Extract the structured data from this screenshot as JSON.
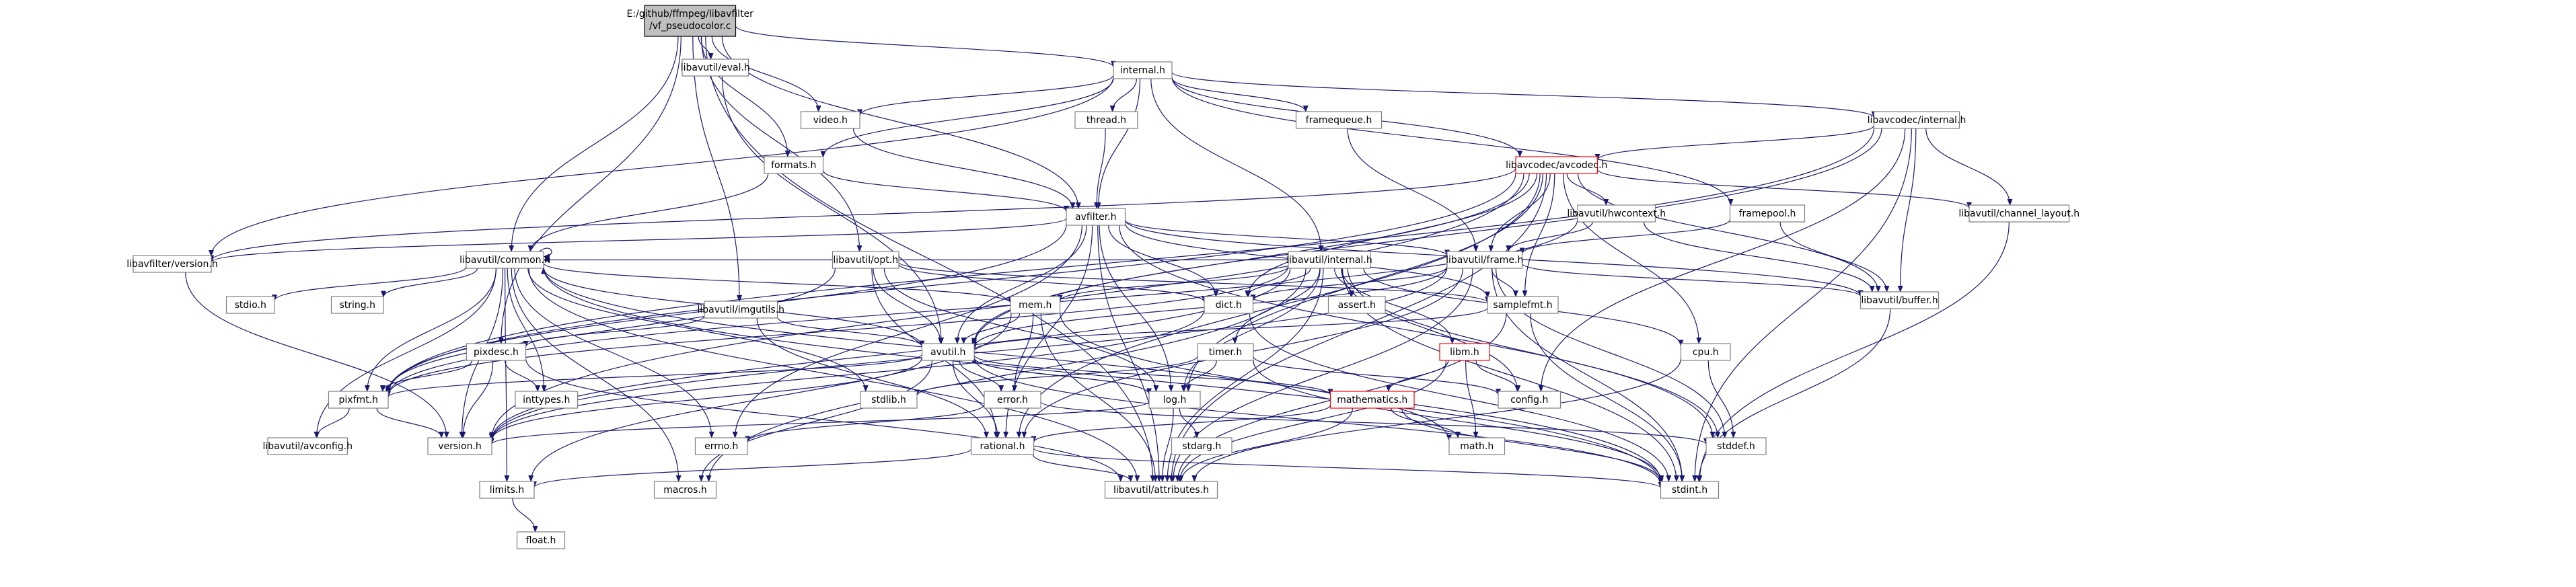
{
  "nodes": [
    {
      "id": "root",
      "lines": [
        "E:/github/ffmpeg/libavfilter",
        "/vf_pseudocolor.c"
      ],
      "style": "root"
    },
    {
      "id": "eval",
      "lines": [
        "libavutil/eval.h"
      ]
    },
    {
      "id": "internal",
      "lines": [
        "internal.h"
      ]
    },
    {
      "id": "video",
      "lines": [
        "video.h"
      ]
    },
    {
      "id": "thread",
      "lines": [
        "thread.h"
      ]
    },
    {
      "id": "framequeue",
      "lines": [
        "framequeue.h"
      ]
    },
    {
      "id": "lavc_internal",
      "lines": [
        "libavcodec/internal.h"
      ]
    },
    {
      "id": "formats",
      "lines": [
        "formats.h"
      ]
    },
    {
      "id": "avcodec",
      "lines": [
        "libavcodec/avcodec.h"
      ],
      "style": "red"
    },
    {
      "id": "avfilter",
      "lines": [
        "avfilter.h"
      ]
    },
    {
      "id": "hwcontext",
      "lines": [
        "libavutil/hwcontext.h"
      ]
    },
    {
      "id": "framepool",
      "lines": [
        "framepool.h"
      ]
    },
    {
      "id": "channel_layout",
      "lines": [
        "libavutil/channel_layout.h"
      ]
    },
    {
      "id": "lavfi_version",
      "lines": [
        "libavfilter/version.h"
      ]
    },
    {
      "id": "common",
      "lines": [
        "libavutil/common.h"
      ]
    },
    {
      "id": "opt",
      "lines": [
        "libavutil/opt.h"
      ]
    },
    {
      "id": "lavu_internal",
      "lines": [
        "libavutil/internal.h"
      ]
    },
    {
      "id": "frame",
      "lines": [
        "libavutil/frame.h"
      ]
    },
    {
      "id": "buffer",
      "lines": [
        "libavutil/buffer.h"
      ]
    },
    {
      "id": "stdio",
      "lines": [
        "stdio.h"
      ]
    },
    {
      "id": "string",
      "lines": [
        "string.h"
      ]
    },
    {
      "id": "imgutils",
      "lines": [
        "libavutil/imgutils.h"
      ]
    },
    {
      "id": "mem",
      "lines": [
        "mem.h"
      ]
    },
    {
      "id": "dict",
      "lines": [
        "dict.h"
      ]
    },
    {
      "id": "assert",
      "lines": [
        "assert.h"
      ]
    },
    {
      "id": "samplefmt",
      "lines": [
        "samplefmt.h"
      ]
    },
    {
      "id": "pixdesc",
      "lines": [
        "pixdesc.h"
      ]
    },
    {
      "id": "avutil",
      "lines": [
        "avutil.h"
      ]
    },
    {
      "id": "timer",
      "lines": [
        "timer.h"
      ]
    },
    {
      "id": "libm",
      "lines": [
        "libm.h"
      ],
      "style": "red"
    },
    {
      "id": "cpu",
      "lines": [
        "cpu.h"
      ]
    },
    {
      "id": "pixfmt",
      "lines": [
        "pixfmt.h"
      ]
    },
    {
      "id": "inttypes",
      "lines": [
        "inttypes.h"
      ]
    },
    {
      "id": "stdlib",
      "lines": [
        "stdlib.h"
      ]
    },
    {
      "id": "error",
      "lines": [
        "error.h"
      ]
    },
    {
      "id": "log",
      "lines": [
        "log.h"
      ]
    },
    {
      "id": "mathematics",
      "lines": [
        "mathematics.h"
      ],
      "style": "red"
    },
    {
      "id": "config",
      "lines": [
        "config.h"
      ]
    },
    {
      "id": "avconfig",
      "lines": [
        "libavutil/avconfig.h"
      ]
    },
    {
      "id": "version",
      "lines": [
        "version.h"
      ]
    },
    {
      "id": "errno",
      "lines": [
        "errno.h"
      ]
    },
    {
      "id": "rational",
      "lines": [
        "rational.h"
      ]
    },
    {
      "id": "stdarg",
      "lines": [
        "stdarg.h"
      ]
    },
    {
      "id": "math",
      "lines": [
        "math.h"
      ]
    },
    {
      "id": "stddef",
      "lines": [
        "stddef.h"
      ]
    },
    {
      "id": "limits",
      "lines": [
        "limits.h"
      ]
    },
    {
      "id": "macros",
      "lines": [
        "macros.h"
      ]
    },
    {
      "id": "attributes",
      "lines": [
        "libavutil/attributes.h"
      ]
    },
    {
      "id": "stdint",
      "lines": [
        "stdint.h"
      ]
    },
    {
      "id": "float",
      "lines": [
        "float.h"
      ]
    }
  ],
  "edges": [
    [
      "root",
      "eval"
    ],
    [
      "root",
      "internal"
    ],
    [
      "root",
      "video"
    ],
    [
      "root",
      "formats"
    ],
    [
      "root",
      "avfilter"
    ],
    [
      "root",
      "common"
    ],
    [
      "root",
      "opt"
    ],
    [
      "root",
      "imgutils"
    ],
    [
      "root",
      "pixdesc"
    ],
    [
      "root",
      "attributes"
    ],
    [
      "eval",
      "avutil"
    ],
    [
      "internal",
      "video"
    ],
    [
      "internal",
      "thread"
    ],
    [
      "internal",
      "framequeue"
    ],
    [
      "internal",
      "lavc_internal"
    ],
    [
      "internal",
      "formats"
    ],
    [
      "internal",
      "avcodec"
    ],
    [
      "internal",
      "avfilter"
    ],
    [
      "internal",
      "lavu_internal"
    ],
    [
      "internal",
      "lavfi_version"
    ],
    [
      "internal",
      "framepool"
    ],
    [
      "video",
      "avfilter"
    ],
    [
      "thread",
      "avfilter"
    ],
    [
      "framequeue",
      "frame"
    ],
    [
      "lavc_internal",
      "avcodec"
    ],
    [
      "lavc_internal",
      "buffer"
    ],
    [
      "lavc_internal",
      "channel_layout"
    ],
    [
      "lavc_internal",
      "avutil"
    ],
    [
      "lavc_internal",
      "config"
    ],
    [
      "lavc_internal",
      "stdint"
    ],
    [
      "lavc_internal",
      "pixfmt"
    ],
    [
      "formats",
      "avfilter"
    ],
    [
      "formats",
      "common"
    ],
    [
      "avcodec",
      "hwcontext"
    ],
    [
      "avcodec",
      "channel_layout"
    ],
    [
      "avcodec",
      "buffer"
    ],
    [
      "avcodec",
      "frame"
    ],
    [
      "avcodec",
      "dict"
    ],
    [
      "avcodec",
      "samplefmt"
    ],
    [
      "avcodec",
      "cpu"
    ],
    [
      "avcodec",
      "avutil"
    ],
    [
      "avcodec",
      "pixfmt"
    ],
    [
      "avcodec",
      "rational"
    ],
    [
      "avcodec",
      "log"
    ],
    [
      "avcodec",
      "attributes"
    ],
    [
      "avcodec",
      "lavfi_version"
    ],
    [
      "avcodec",
      "version"
    ],
    [
      "avfilter",
      "lavfi_version"
    ],
    [
      "avfilter",
      "frame"
    ],
    [
      "avfilter",
      "buffer"
    ],
    [
      "avfilter",
      "dict"
    ],
    [
      "avfilter",
      "log"
    ],
    [
      "avfilter",
      "samplefmt"
    ],
    [
      "avfilter",
      "pixfmt"
    ],
    [
      "avfilter",
      "avutil"
    ],
    [
      "avfilter",
      "rational"
    ],
    [
      "avfilter",
      "attributes"
    ],
    [
      "avfilter",
      "stddef"
    ],
    [
      "avfilter",
      "errno"
    ],
    [
      "hwcontext",
      "frame"
    ],
    [
      "hwcontext",
      "buffer"
    ],
    [
      "hwcontext",
      "pixfmt"
    ],
    [
      "framepool",
      "frame"
    ],
    [
      "framepool",
      "buffer"
    ],
    [
      "channel_layout",
      "stdint"
    ],
    [
      "lavfi_version",
      "version"
    ],
    [
      "common",
      "stdio"
    ],
    [
      "common",
      "string"
    ],
    [
      "common",
      "mem"
    ],
    [
      "common",
      "pixfmt"
    ],
    [
      "common",
      "inttypes"
    ],
    [
      "common",
      "stdlib"
    ],
    [
      "common",
      "errno"
    ],
    [
      "common",
      "limits"
    ],
    [
      "common",
      "macros"
    ],
    [
      "common",
      "attributes"
    ],
    [
      "common",
      "version"
    ],
    [
      "common",
      "avconfig"
    ],
    [
      "common",
      "common"
    ],
    [
      "common",
      "math"
    ],
    [
      "common",
      "stdint"
    ],
    [
      "opt",
      "avutil"
    ],
    [
      "opt",
      "dict"
    ],
    [
      "opt",
      "log"
    ],
    [
      "opt",
      "pixfmt"
    ],
    [
      "opt",
      "rational"
    ],
    [
      "opt",
      "samplefmt"
    ],
    [
      "lavu_internal",
      "timer"
    ],
    [
      "lavu_internal",
      "libm"
    ],
    [
      "lavu_internal",
      "cpu"
    ],
    [
      "lavu_internal",
      "dict"
    ],
    [
      "lavu_internal",
      "assert"
    ],
    [
      "lavu_internal",
      "mem"
    ],
    [
      "lavu_internal",
      "pixfmt"
    ],
    [
      "lavu_internal",
      "log"
    ],
    [
      "lavu_internal",
      "config"
    ],
    [
      "lavu_internal",
      "attributes"
    ],
    [
      "lavu_internal",
      "stddef"
    ],
    [
      "lavu_internal",
      "stdint"
    ],
    [
      "lavu_internal",
      "version"
    ],
    [
      "lavu_internal",
      "macros"
    ],
    [
      "lavu_internal",
      "common"
    ],
    [
      "frame",
      "buffer"
    ],
    [
      "frame",
      "dict"
    ],
    [
      "frame",
      "samplefmt"
    ],
    [
      "frame",
      "avutil"
    ],
    [
      "frame",
      "rational"
    ],
    [
      "frame",
      "stddef"
    ],
    [
      "frame",
      "stdint"
    ],
    [
      "frame",
      "attributes"
    ],
    [
      "frame",
      "version"
    ],
    [
      "buffer",
      "stdint"
    ],
    [
      "imgutils",
      "avutil"
    ],
    [
      "imgutils",
      "pixdesc"
    ],
    [
      "imgutils",
      "rational"
    ],
    [
      "mem",
      "avutil"
    ],
    [
      "mem",
      "error"
    ],
    [
      "mem",
      "attributes"
    ],
    [
      "mem",
      "stdint"
    ],
    [
      "mem",
      "limits"
    ],
    [
      "dict",
      "stdint"
    ],
    [
      "dict",
      "version"
    ],
    [
      "samplefmt",
      "avutil"
    ],
    [
      "samplefmt",
      "attributes"
    ],
    [
      "samplefmt",
      "stdint"
    ],
    [
      "pixdesc",
      "pixfmt"
    ],
    [
      "pixdesc",
      "inttypes"
    ],
    [
      "pixdesc",
      "version"
    ],
    [
      "pixdesc",
      "attributes"
    ],
    [
      "avutil",
      "error"
    ],
    [
      "avutil",
      "log"
    ],
    [
      "avutil",
      "rational"
    ],
    [
      "avutil",
      "pixfmt"
    ],
    [
      "avutil",
      "mathematics"
    ],
    [
      "avutil",
      "macros"
    ],
    [
      "avutil",
      "version"
    ],
    [
      "avutil",
      "common"
    ],
    [
      "avutil",
      "stdint"
    ],
    [
      "timer",
      "config"
    ],
    [
      "timer",
      "log"
    ],
    [
      "timer",
      "stdint"
    ],
    [
      "timer",
      "stdlib"
    ],
    [
      "libm",
      "config"
    ],
    [
      "libm",
      "mathematics"
    ],
    [
      "libm",
      "math"
    ],
    [
      "libm",
      "attributes"
    ],
    [
      "cpu",
      "stddef"
    ],
    [
      "cpu",
      "attributes"
    ],
    [
      "pixfmt",
      "avconfig"
    ],
    [
      "pixfmt",
      "version"
    ],
    [
      "error",
      "errno"
    ],
    [
      "error",
      "stddef"
    ],
    [
      "log",
      "stdarg"
    ],
    [
      "log",
      "avutil"
    ],
    [
      "log",
      "attributes"
    ],
    [
      "log",
      "version"
    ],
    [
      "mathematics",
      "rational"
    ],
    [
      "mathematics",
      "math"
    ],
    [
      "mathematics",
      "stdint"
    ],
    [
      "mathematics",
      "attributes"
    ],
    [
      "rational",
      "attributes"
    ],
    [
      "rational",
      "stdint"
    ],
    [
      "rational",
      "limits"
    ],
    [
      "limits",
      "float"
    ]
  ]
}
